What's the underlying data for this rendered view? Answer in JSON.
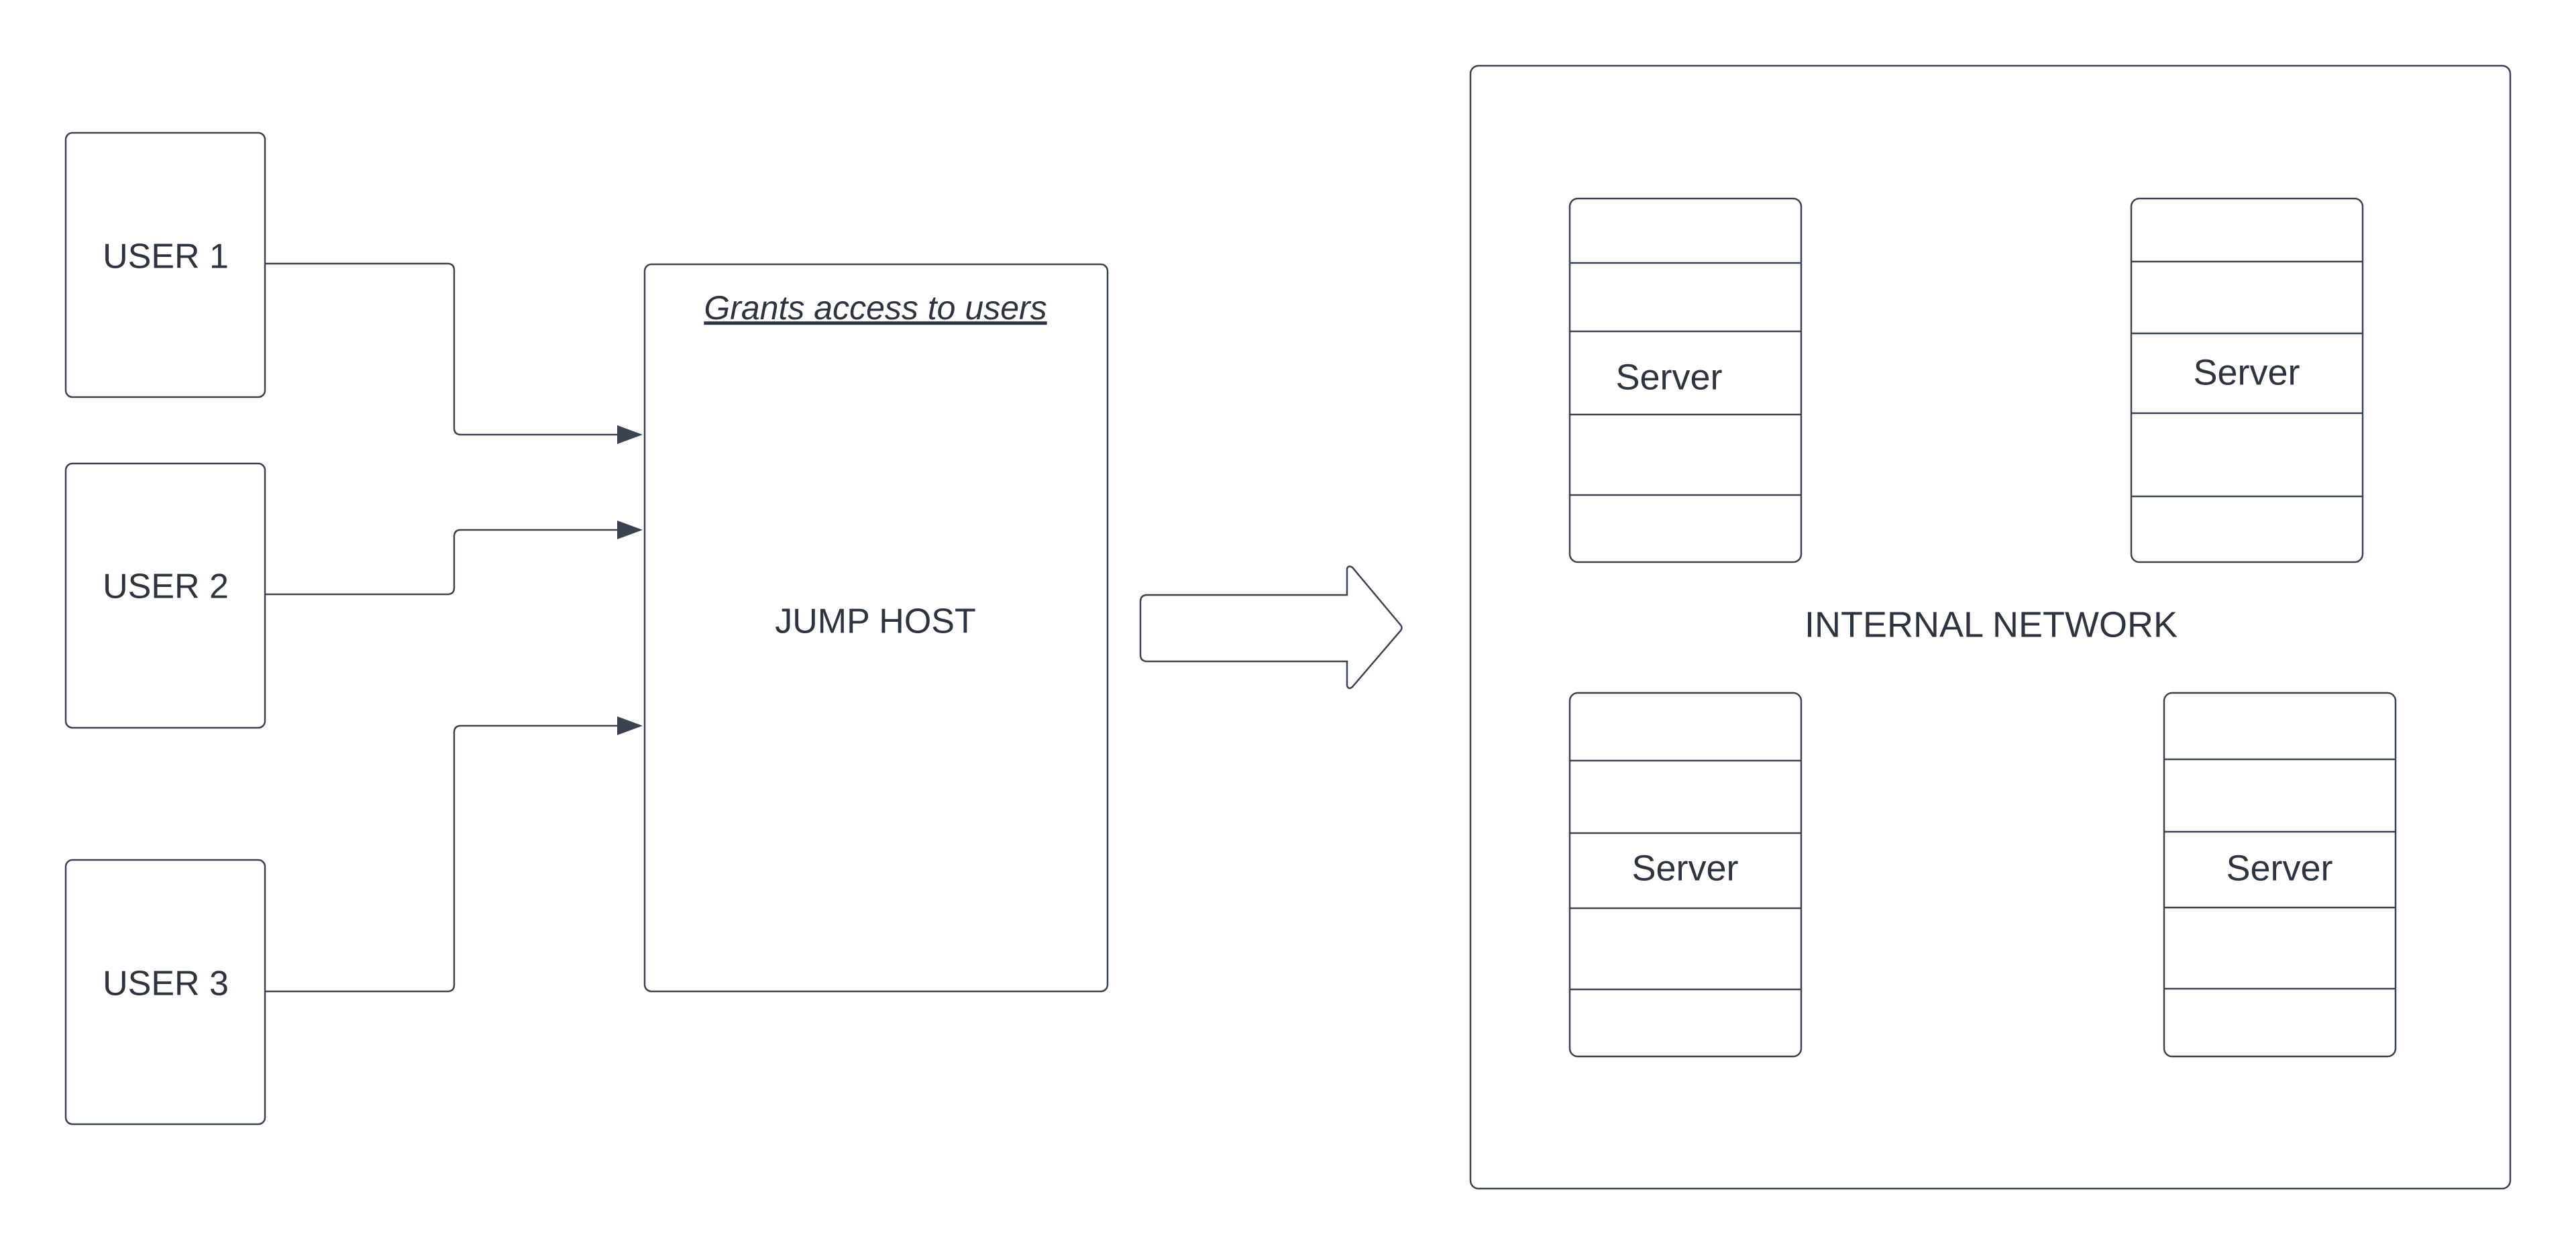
{
  "users": [
    {
      "label": "USER 1"
    },
    {
      "label": "USER 2"
    },
    {
      "label": "USER 3"
    }
  ],
  "jump_host": {
    "label": "JUMP HOST",
    "note": "Grants access to users"
  },
  "network": {
    "label": "INTERNAL NETWORK",
    "servers": [
      {
        "label": "Server"
      },
      {
        "label": "Server"
      },
      {
        "label": "Server"
      },
      {
        "label": "Server"
      }
    ]
  },
  "colors": {
    "stroke": "#3b4350",
    "text": "#2d3440",
    "background": "#ffffff"
  }
}
